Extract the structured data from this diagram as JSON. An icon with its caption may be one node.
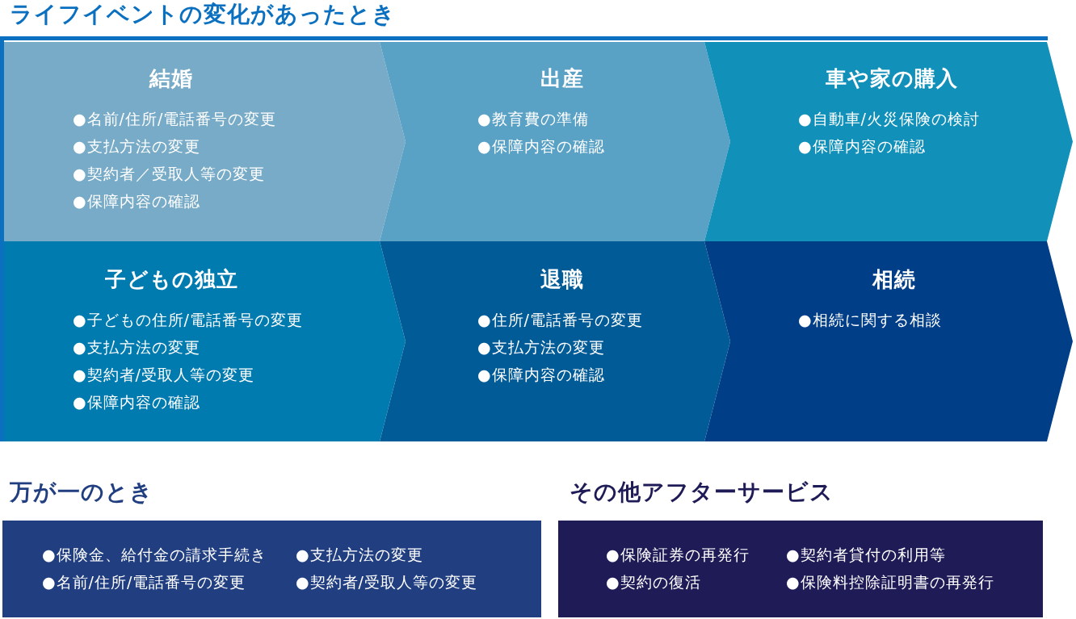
{
  "diagram": {
    "nodes": [
      {
        "text": [
          "ライフイベントの変化があったとき"
        ]
      },
      {
        "text": [
          "結婚",
          "●名前/住所/電話番号の変更",
          "●支払方法の変更",
          "●契約者／受取人等の変更",
          "●保障内容の確認"
        ],
        "in": 0
      },
      {
        "text": [
          "出産",
          "●教育費の準備",
          "●保障内容の確認"
        ],
        "in": 0
      },
      {
        "text": [
          "車や家の購入",
          "●自動車/火災保険の検討",
          "●保障内容の確認"
        ],
        "in": 0
      },
      {
        "text": [
          "子どもの独立",
          "●子どもの住所/電話番号の変更",
          "●支払方法の変更",
          "●契約者/受取人等の変更",
          "●保障内容の確認"
        ],
        "in": 0
      },
      {
        "text": [
          "退職",
          "●住所/電話番号の変更",
          "●支払方法の変更",
          "●保障内容の確認"
        ],
        "in": 0
      },
      {
        "text": [
          "相続",
          "●相続に関する相談"
        ],
        "in": 0
      },
      {
        "text": [
          "万が一のとき",
          "●保険金、給付金の請求手続き",
          "●支払方法の変更",
          "●名前/住所/電話番号の変更",
          "●契約者/受取人等の変更"
        ]
      },
      {
        "text": [
          "その他アフターサービス",
          "●保険証券の再発行",
          "●契約者貸付の利用等",
          "●契約の復活",
          "●保険料控除証明書の再発行"
        ]
      }
    ]
  }
}
